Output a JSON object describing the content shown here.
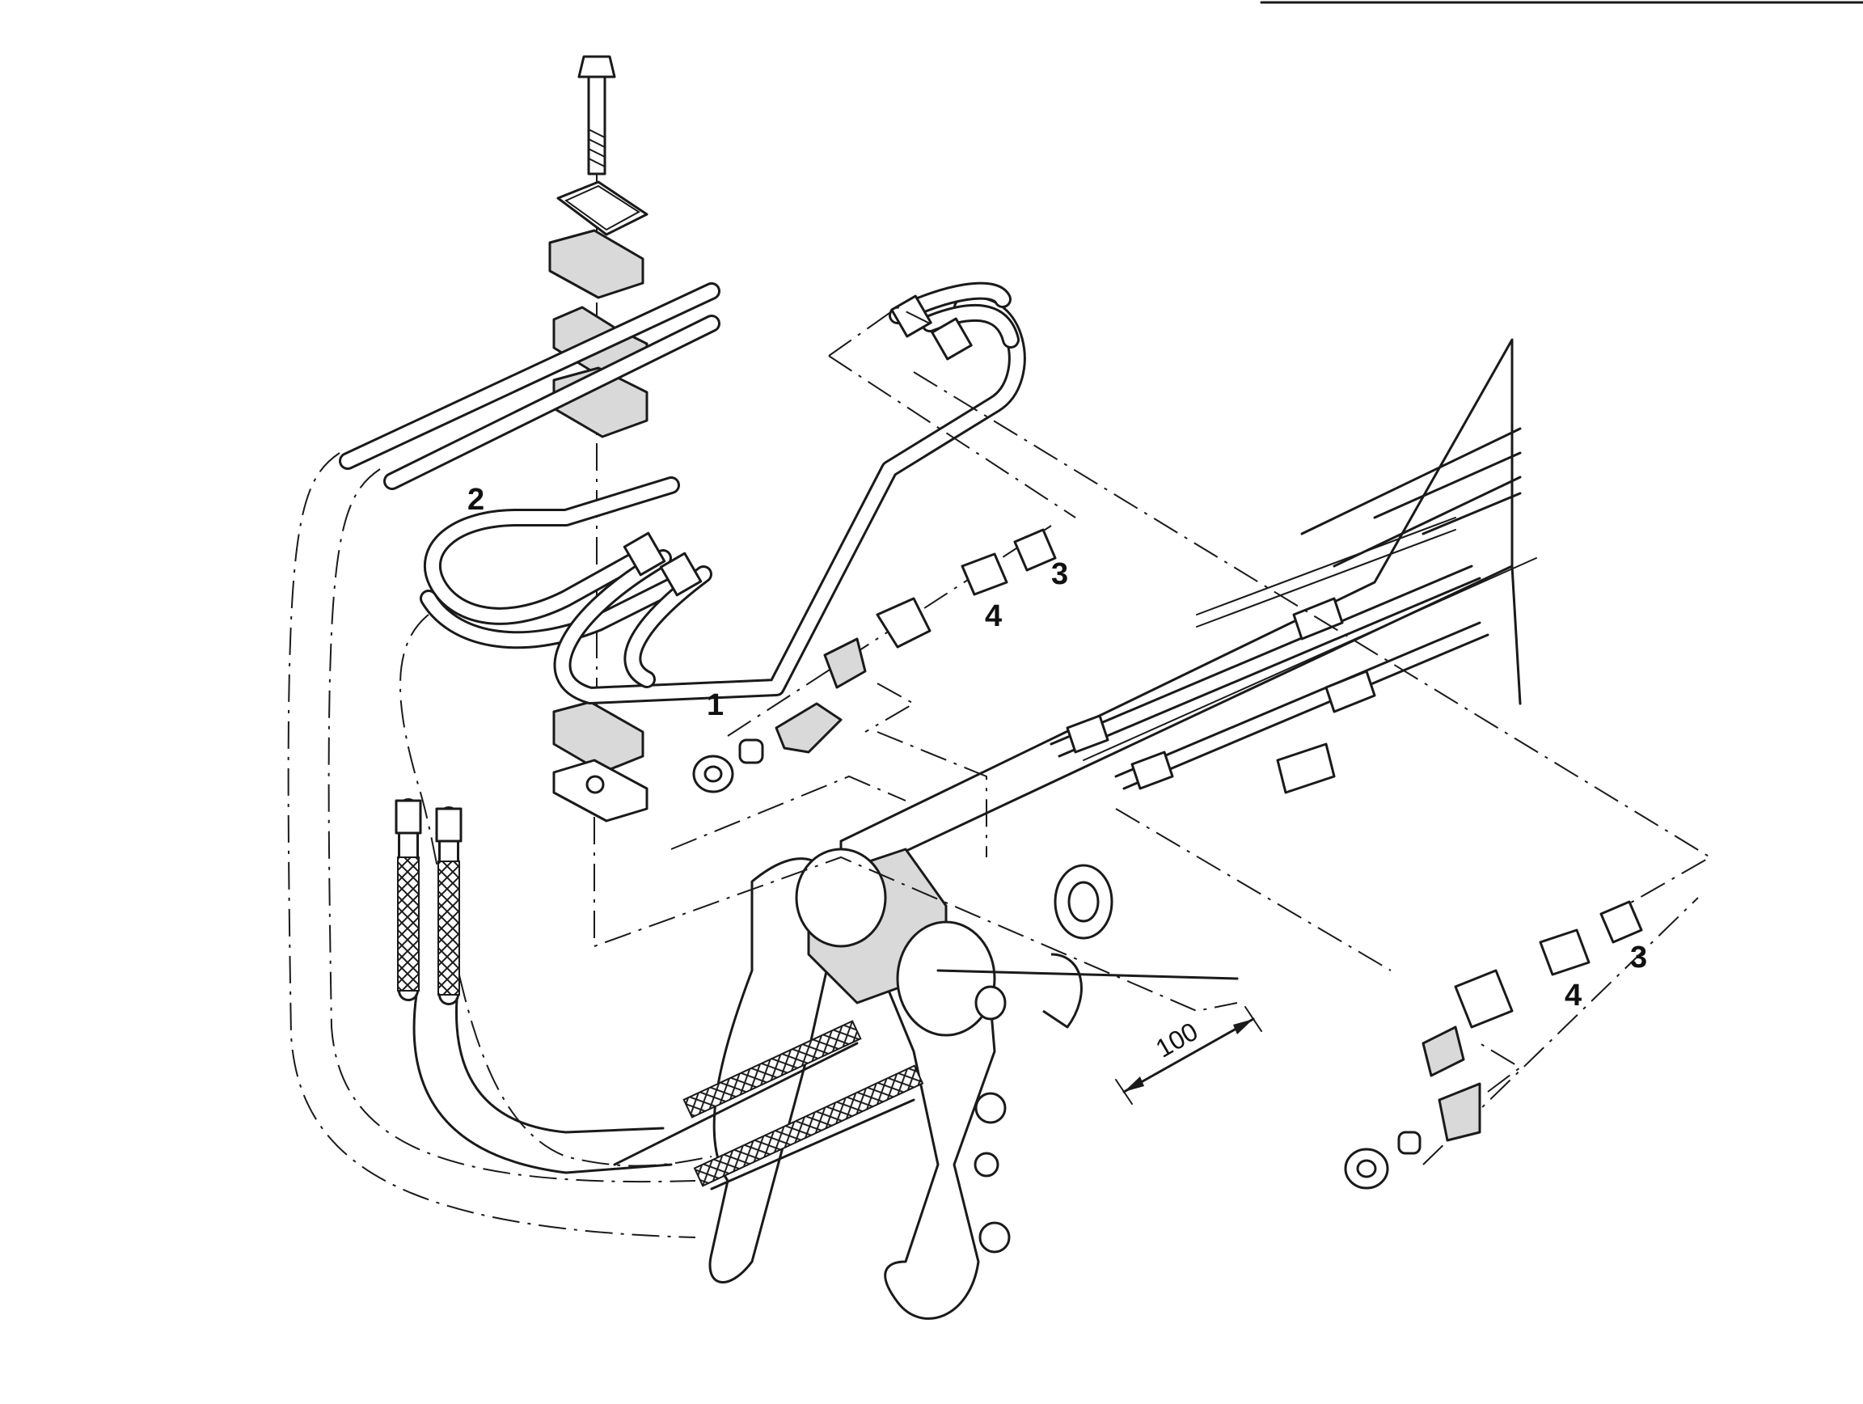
{
  "diagram": {
    "callouts": [
      {
        "id": "c1",
        "text": "1"
      },
      {
        "id": "c2",
        "text": "2"
      },
      {
        "id": "c3a",
        "text": "3"
      },
      {
        "id": "c4a",
        "text": "4"
      },
      {
        "id": "c3b",
        "text": "3"
      },
      {
        "id": "c4b",
        "text": "4"
      }
    ],
    "dimension": {
      "text": "100"
    }
  }
}
